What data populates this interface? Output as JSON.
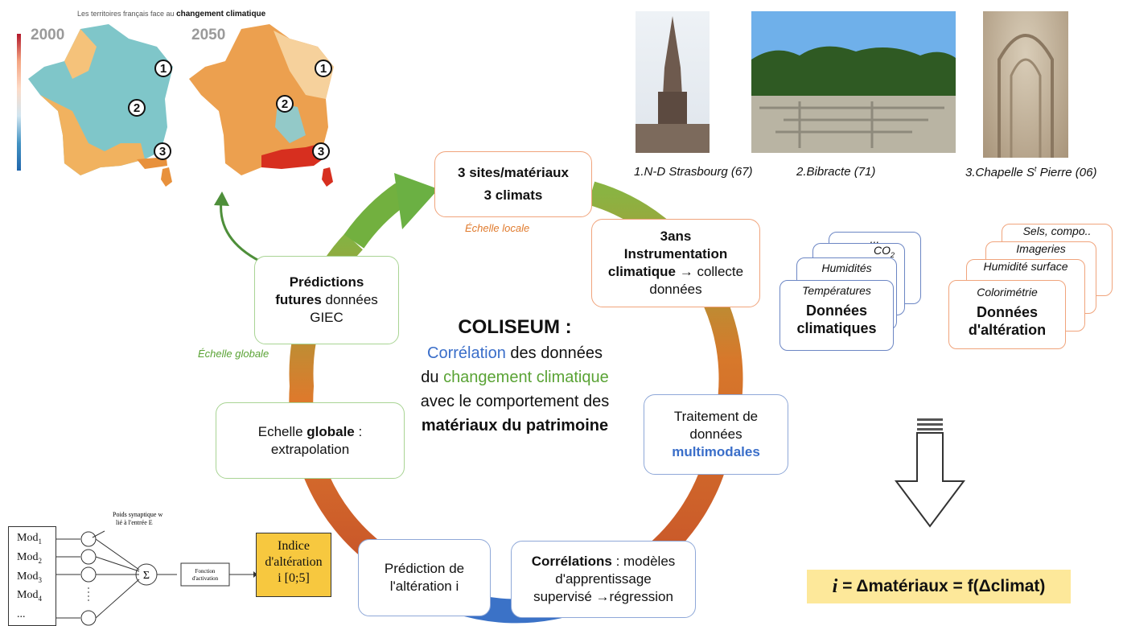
{
  "maps": {
    "title_prefix": "Les territoires français face au",
    "title_bold": "changement climatique",
    "year_left": "2000",
    "year_right": "2050",
    "markers": [
      "1",
      "2",
      "3"
    ]
  },
  "photos": {
    "captions": [
      "1.N-D Strasbourg (67)",
      "2.Bibracte (71)",
      "3.Chapelle S",
      "t",
      " Pierre (06)"
    ]
  },
  "cycle": {
    "center_title": "COLISEUM :",
    "center_l1_a": "Corrélation",
    "center_l1_b": " des données",
    "center_l2_a": "du ",
    "center_l2_b": "changement climatique",
    "center_l3": "avec le comportement des",
    "center_l4": "matériaux du patrimoine",
    "box_sites_l1": "3 sites/matériaux",
    "box_sites_l2": "3 climats",
    "echelle_locale": "Échelle locale",
    "box_instr_l1": "3ans",
    "box_instr_l2": "Instrumentation",
    "box_instr_l3a": "climatique",
    "box_instr_l3b": " → collecte",
    "box_instr_l4": "données",
    "box_trait_l1": "Traitement de",
    "box_trait_l2": "données",
    "box_trait_l3": "multimodales",
    "box_corr_l1a": "Corrélations",
    "box_corr_l1b": " : modèles",
    "box_corr_l2": "d'apprentissage",
    "box_corr_l3": "supervisé →régression",
    "box_pred_l1": "Prédiction de",
    "box_pred_l2": "l'altération i",
    "box_ext_l1a": "Echelle ",
    "box_ext_l1b": "globale",
    "box_ext_l1c": " :",
    "box_ext_l2": "extrapolation",
    "box_fut_l1": "Prédictions",
    "box_fut_l2a": "futures",
    "box_fut_l2b": " données",
    "box_fut_l3": "GIEC",
    "echelle_globale": "Échelle globale"
  },
  "stacks": {
    "climate": {
      "cards": [
        "...",
        "CO",
        "Humidités",
        "Températures"
      ],
      "co_sub": "2",
      "title_l1": "Données",
      "title_l2": "climatiques"
    },
    "alteration": {
      "cards": [
        "Sels, compo..",
        "Imageries",
        "Humidité surface",
        "Colorimétrie"
      ],
      "title_l1": "Données",
      "title_l2": "d'altération"
    }
  },
  "network": {
    "mods": [
      "Mod",
      "Mod",
      "Mod",
      "Mod",
      "..."
    ],
    "mod_subs": [
      "1",
      "2",
      "3",
      "4"
    ],
    "weight_label_l1": "Poids synaptique w",
    "weight_label_l2": "lié à l'entrée E",
    "sum_symbol": "Σ",
    "activation_l1": "Fonction",
    "activation_l2": "d'activation",
    "indice_l1": "Indice",
    "indice_l2": "d'altération",
    "indice_l3": "i [0;5]"
  },
  "formula": {
    "text_i": "i",
    "text_rest": " = Δmatériaux = f(Δclimat)",
    "bg": "#fde89a"
  },
  "colors": {
    "green": "#5aa335",
    "orange": "#e07b2e",
    "blue": "#3a6ec9",
    "ring_green": "#6bb043",
    "ring_orange": "#d9702a",
    "ring_blue": "#3b72c7"
  }
}
